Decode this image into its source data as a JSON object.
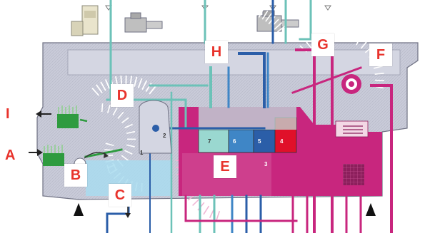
{
  "colors": {
    "background": "#ffffff",
    "machine_body": "#c9cbd9",
    "machine_outline": "#6f7183",
    "magenta": "#c8267e",
    "magenta_light": "#d4579c",
    "blue_dark": "#2b5ea8",
    "blue_mid": "#3f86c6",
    "teal": "#6cc2b8",
    "light_blue": "#a9dcef",
    "green": "#2e9b3f",
    "label_red": "#e8332c"
  },
  "labels": {
    "A": "A",
    "B": "B",
    "C": "C",
    "D": "D",
    "E": "E",
    "F": "F",
    "G": "G",
    "H": "H",
    "I": "I"
  },
  "zone_numbers": {
    "z7": "7",
    "z6": "6",
    "z5": "5",
    "z4": "4",
    "z3": "3",
    "z2": "2",
    "z1": "1"
  },
  "icons": [
    "arrow-in-icon",
    "arrow-out-icon",
    "valve-icon",
    "motor-icon",
    "foot-icon",
    "spray-nozzle-icon"
  ]
}
